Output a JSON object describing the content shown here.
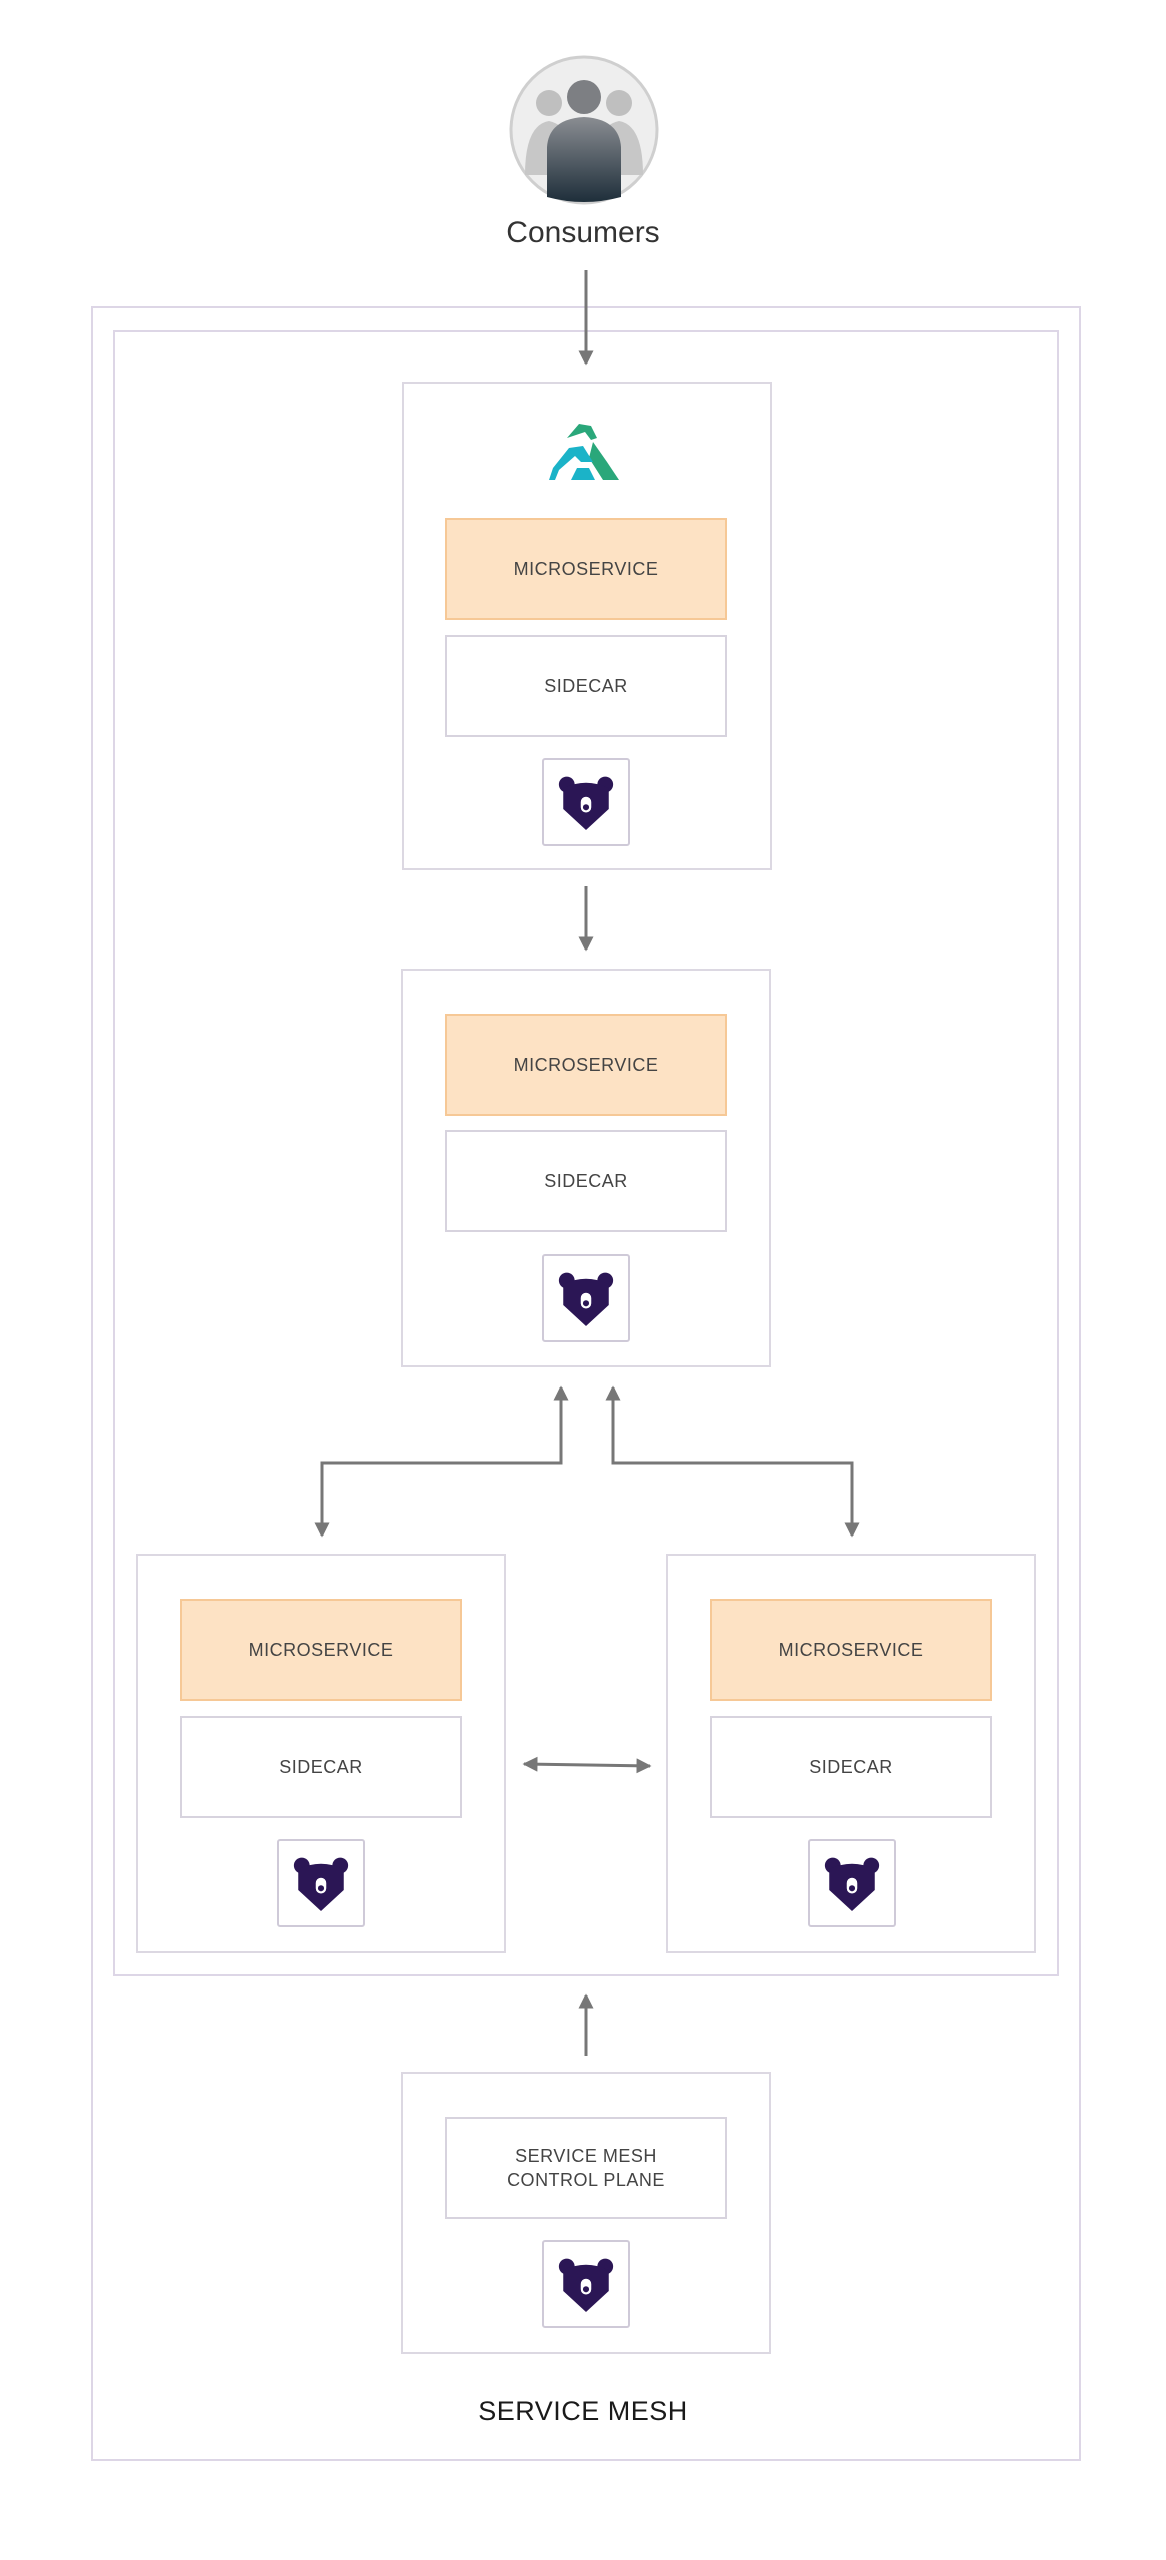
{
  "consumers": {
    "label": "Consumers",
    "icon": "users-icon"
  },
  "service_mesh": {
    "label": "SERVICE MESH"
  },
  "services": [
    {
      "microservice": "MICROSERVICE",
      "sidecar": "SIDECAR",
      "logo": "kong-logo-icon",
      "mesh_icon": "kuma-bear-icon"
    },
    {
      "microservice": "MICROSERVICE",
      "sidecar": "SIDECAR",
      "mesh_icon": "kuma-bear-icon"
    },
    {
      "microservice": "MICROSERVICE",
      "sidecar": "SIDECAR",
      "mesh_icon": "kuma-bear-icon"
    },
    {
      "microservice": "MICROSERVICE",
      "sidecar": "SIDECAR",
      "mesh_icon": "kuma-bear-icon"
    }
  ],
  "control_plane": {
    "line1": "SERVICE MESH",
    "line2": "CONTROL PLANE",
    "mesh_icon": "kuma-bear-icon"
  },
  "colors": {
    "microservice_fill": "#fde2c4",
    "microservice_border": "#f6c896",
    "bear": "#2b1655",
    "arrow": "#777777",
    "kong_teal": "#1bb3c8",
    "kong_green": "#2aa77a"
  }
}
